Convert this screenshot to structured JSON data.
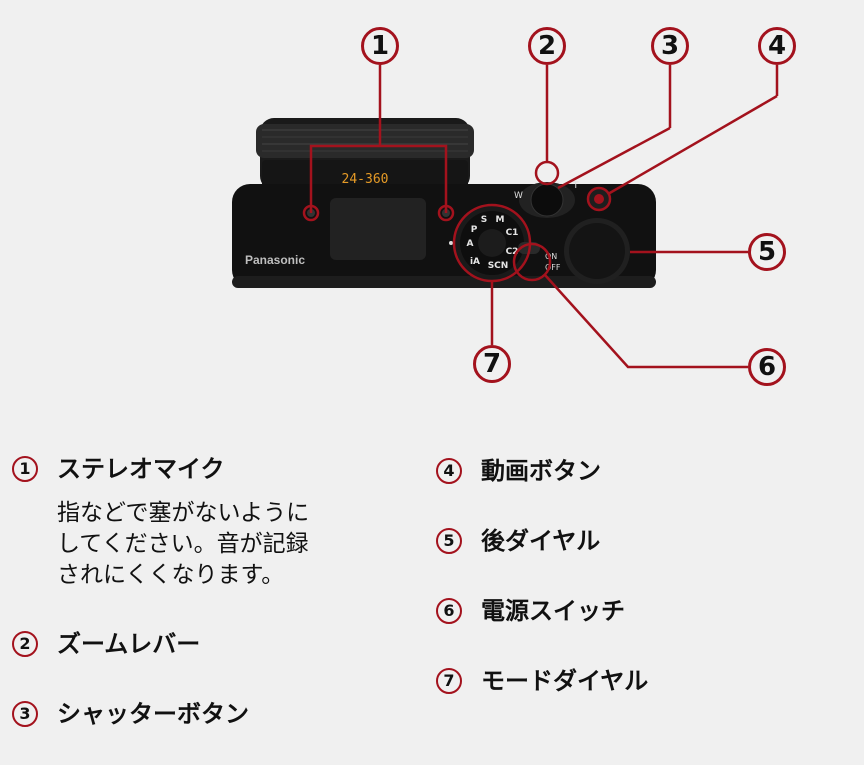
{
  "camera": {
    "lens_marking": "24-360",
    "brand": "Panasonic",
    "switch_on": "ON",
    "switch_off": "OFF",
    "zoom_w": "W",
    "zoom_t": "T",
    "mode_dial_marks": [
      "S",
      "M",
      "C1",
      "C2",
      "SCN",
      "P",
      "A",
      "iA"
    ]
  },
  "callouts": [
    "1",
    "2",
    "3",
    "4",
    "5",
    "6",
    "7"
  ],
  "legend": [
    {
      "num": "1",
      "label": "ステレオマイク",
      "desc": [
        "指などで塞がないように",
        "してください。音が記録",
        "されにくくなります。"
      ]
    },
    {
      "num": "2",
      "label": "ズームレバー"
    },
    {
      "num": "3",
      "label": "シャッターボタン"
    },
    {
      "num": "4",
      "label": "動画ボタン"
    },
    {
      "num": "5",
      "label": "後ダイヤル"
    },
    {
      "num": "6",
      "label": "電源スイッチ"
    },
    {
      "num": "7",
      "label": "モードダイヤル"
    }
  ],
  "colors": {
    "accent": "#a3121d",
    "background": "#f0f0f0",
    "text": "#111111"
  }
}
